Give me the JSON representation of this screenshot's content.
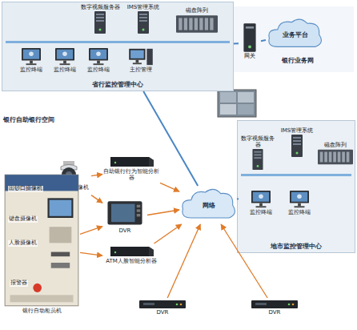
{
  "diagram": {
    "nodes": [
      {
        "text": [
          "省行监控管理中心"
        ]
      },
      {
        "text": [
          "数字视频服务器"
        ],
        "in": 0
      },
      {
        "text": [
          "IMS管理系统"
        ],
        "in": 0
      },
      {
        "text": [
          "磁盘阵列"
        ],
        "in": 0
      },
      {
        "text": [
          "监控终端"
        ],
        "in": 0
      },
      {
        "text": [
          "监控终端"
        ],
        "in": 0
      },
      {
        "text": [
          "监控终端"
        ],
        "in": 0
      },
      {
        "text": [
          "主控管理"
        ],
        "in": 0
      },
      {
        "text": [
          "网关"
        ]
      },
      {
        "text": [
          "业务平台"
        ]
      },
      {
        "text": [
          "自助银行摄像机"
        ]
      },
      {
        "text": [
          "自助银行行为智能分析器"
        ]
      },
      {
        "text": [
          "DVR"
        ]
      },
      {
        "text": [
          "ATM人脸智能分析器"
        ]
      },
      {
        "text": [
          "银行自动柜员机"
        ]
      },
      {
        "text": [
          "网络"
        ]
      },
      {
        "text": [
          "地市监控管理中心"
        ]
      },
      {
        "text": [
          "数字视频服务器"
        ],
        "in": 16
      },
      {
        "text": [
          "IMS管理系统"
        ],
        "in": 16
      },
      {
        "text": [
          "磁盘阵列"
        ],
        "in": 16
      },
      {
        "text": [
          "监控终端"
        ],
        "in": 16
      },
      {
        "text": [
          "监控终端"
        ],
        "in": 16
      },
      {
        "text": [
          "DVR"
        ]
      },
      {
        "text": [
          "DVR"
        ]
      }
    ],
    "edges": [
      {
        "from": 0,
        "to": 8,
        "arrow": "none"
      },
      {
        "from": 8,
        "to": 9,
        "arrow": "none"
      },
      {
        "from": 15,
        "to": 0,
        "arrow": "none"
      },
      {
        "from": 15,
        "to": 16,
        "arrow": "none"
      },
      {
        "from": 10,
        "to": 11,
        "arrow": "to"
      },
      {
        "from": 10,
        "to": 12,
        "arrow": "to"
      },
      {
        "from": 14,
        "to": 12,
        "arrow": "to"
      },
      {
        "from": 14,
        "to": 13,
        "arrow": "to"
      },
      {
        "from": 11,
        "to": 15,
        "arrow": "to"
      },
      {
        "from": 12,
        "to": 15,
        "arrow": "to"
      },
      {
        "from": 13,
        "to": 15,
        "arrow": "to"
      },
      {
        "from": 22,
        "to": 15,
        "arrow": "to"
      },
      {
        "from": 23,
        "to": 15,
        "arrow": "to"
      }
    ],
    "labels": [
      "银行业务网",
      "银行自助银行空间",
      "出钞口摄像机",
      "键盘摄像机",
      "人脸摄像机",
      "报警器"
    ]
  }
}
